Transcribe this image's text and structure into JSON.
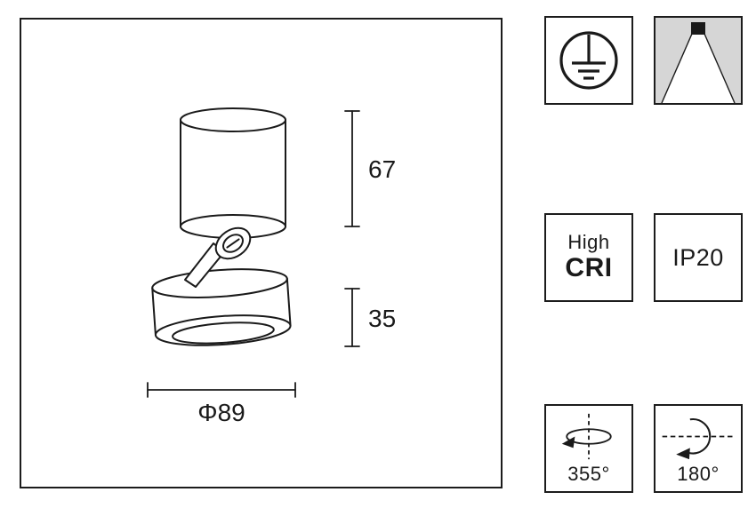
{
  "drawing": {
    "dim_top_height": "67",
    "dim_head_height": "35",
    "dim_diameter": "Φ89"
  },
  "badges": {
    "protective_earth_icon": "protective-earth-class-i",
    "beam_icon": "downlight-beam-distribution",
    "cri": {
      "top": "High",
      "main": "CRI"
    },
    "ip_rating": "IP20",
    "rotation_angle": "355°",
    "tilt_angle": "180°"
  },
  "colors": {
    "line": "#1a1a1a",
    "beam_gray": "#d6d6d6",
    "background": "#ffffff"
  }
}
